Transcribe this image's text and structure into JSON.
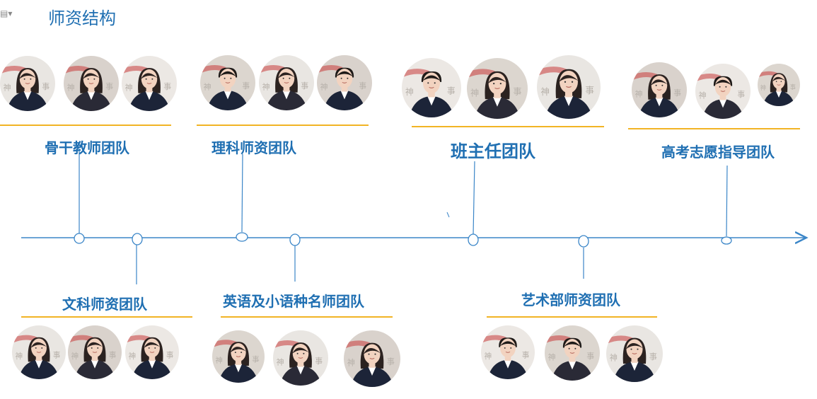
{
  "page": {
    "title": "师资结构"
  },
  "colors": {
    "accent_blue": "#1f6fb2",
    "gold": "#f2b425",
    "timeline": "#3b86c8"
  },
  "teams": [
    {
      "id": "backbone",
      "label": "骨干教师团队",
      "photos": [
        {
          "icon": "person-photo",
          "gender": "female"
        },
        {
          "icon": "person-photo",
          "gender": "female"
        },
        {
          "icon": "person-photo",
          "gender": "female"
        }
      ]
    },
    {
      "id": "science",
      "label": "理科师资团队",
      "photos": [
        {
          "icon": "person-photo",
          "gender": "male"
        },
        {
          "icon": "person-photo",
          "gender": "female"
        },
        {
          "icon": "person-photo",
          "gender": "male"
        }
      ]
    },
    {
      "id": "homeroom",
      "label": "班主任团队",
      "photos": [
        {
          "icon": "person-photo",
          "gender": "male"
        },
        {
          "icon": "person-photo",
          "gender": "female"
        },
        {
          "icon": "person-photo",
          "gender": "female"
        }
      ]
    },
    {
      "id": "gaokao",
      "label": "高考志愿指导团队",
      "photos": [
        {
          "icon": "person-photo",
          "gender": "female"
        },
        {
          "icon": "person-photo",
          "gender": "male"
        },
        {
          "icon": "person-photo",
          "gender": "female"
        }
      ]
    },
    {
      "id": "liberal",
      "label": "文科师资团队",
      "photos": [
        {
          "icon": "person-photo",
          "gender": "female"
        },
        {
          "icon": "person-photo",
          "gender": "female"
        },
        {
          "icon": "person-photo",
          "gender": "female"
        }
      ]
    },
    {
      "id": "language",
      "label": "英语及小语种名师团队",
      "photos": [
        {
          "icon": "person-photo",
          "gender": "female"
        },
        {
          "icon": "person-photo",
          "gender": "female"
        },
        {
          "icon": "person-photo",
          "gender": "female"
        }
      ]
    },
    {
      "id": "art",
      "label": "艺术部师资团队",
      "photos": [
        {
          "icon": "person-photo",
          "gender": "male"
        },
        {
          "icon": "person-photo",
          "gender": "male"
        },
        {
          "icon": "person-photo",
          "gender": "female"
        }
      ]
    }
  ]
}
